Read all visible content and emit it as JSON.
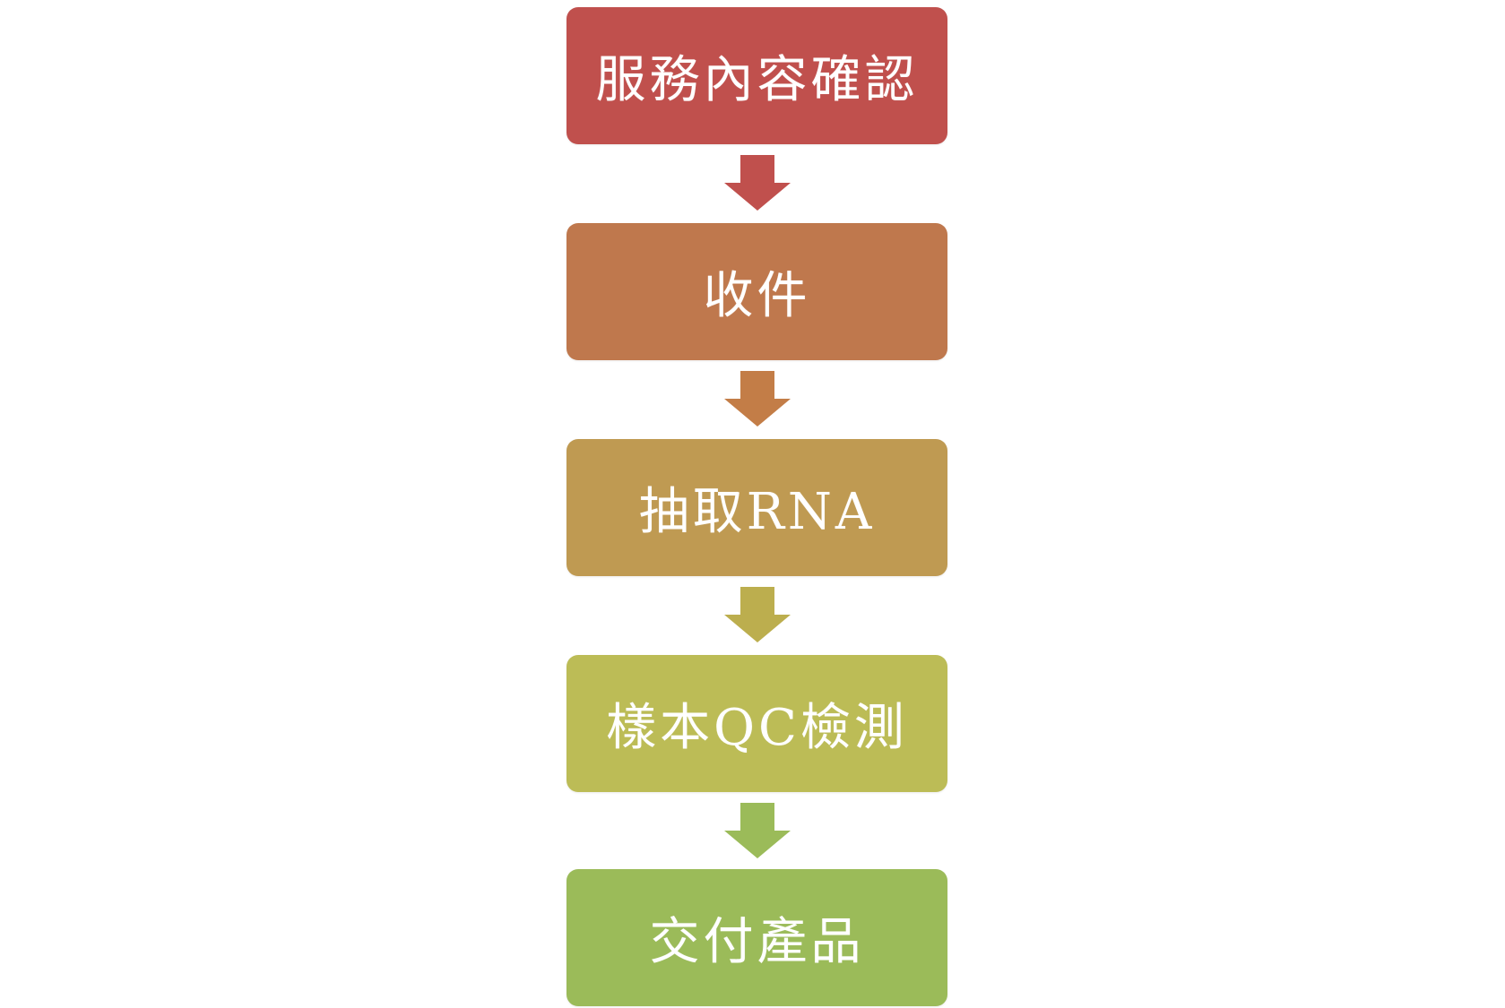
{
  "steps": [
    {
      "label": "服務內容確認",
      "color": "#c0504d"
    },
    {
      "label": "收件",
      "color": "#bf784d"
    },
    {
      "label": "抽取RNA",
      "color": "#bf9a52"
    },
    {
      "label": "樣本QC檢測",
      "color": "#bcbc56"
    },
    {
      "label": "交付產品",
      "color": "#9bbb59"
    }
  ],
  "arrows": [
    {
      "color": "#c0504d"
    },
    {
      "color": "#c37d47"
    },
    {
      "color": "#bcae4e"
    },
    {
      "color": "#9bbb59"
    }
  ]
}
